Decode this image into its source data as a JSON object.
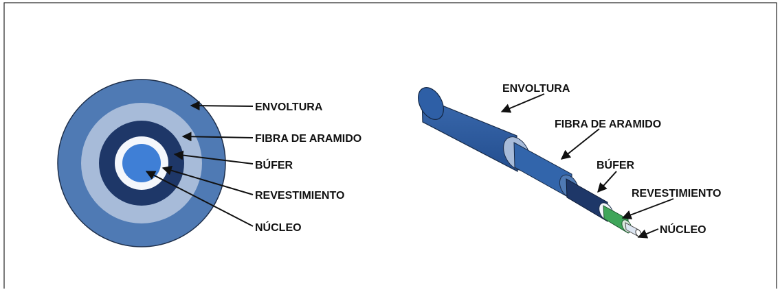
{
  "colors": {
    "jacket": "#4f7ab4",
    "jacket_dark": "#2d5a9b",
    "aramid": "#a7bbd9",
    "buffer": "#1e3768",
    "cladding": "#f4f7fc",
    "core": "#3f7fd6",
    "green": "#3fa65a",
    "label": "#111111"
  },
  "cross_section": {
    "labels": {
      "envoltura": "ENVOLTURA",
      "fibra": "FIBRA DE ARAMIDO",
      "bufer": "BÚFER",
      "revestimiento": "REVESTIMIENTO",
      "nucleo": "NÚCLEO"
    }
  },
  "cable_view": {
    "labels": {
      "envoltura": "ENVOLTURA",
      "fibra": "FIBRA DE ARAMIDO",
      "bufer": "BÚFER",
      "revestimiento": "REVESTIMIENTO",
      "nucleo": "NÚCLEO"
    }
  }
}
